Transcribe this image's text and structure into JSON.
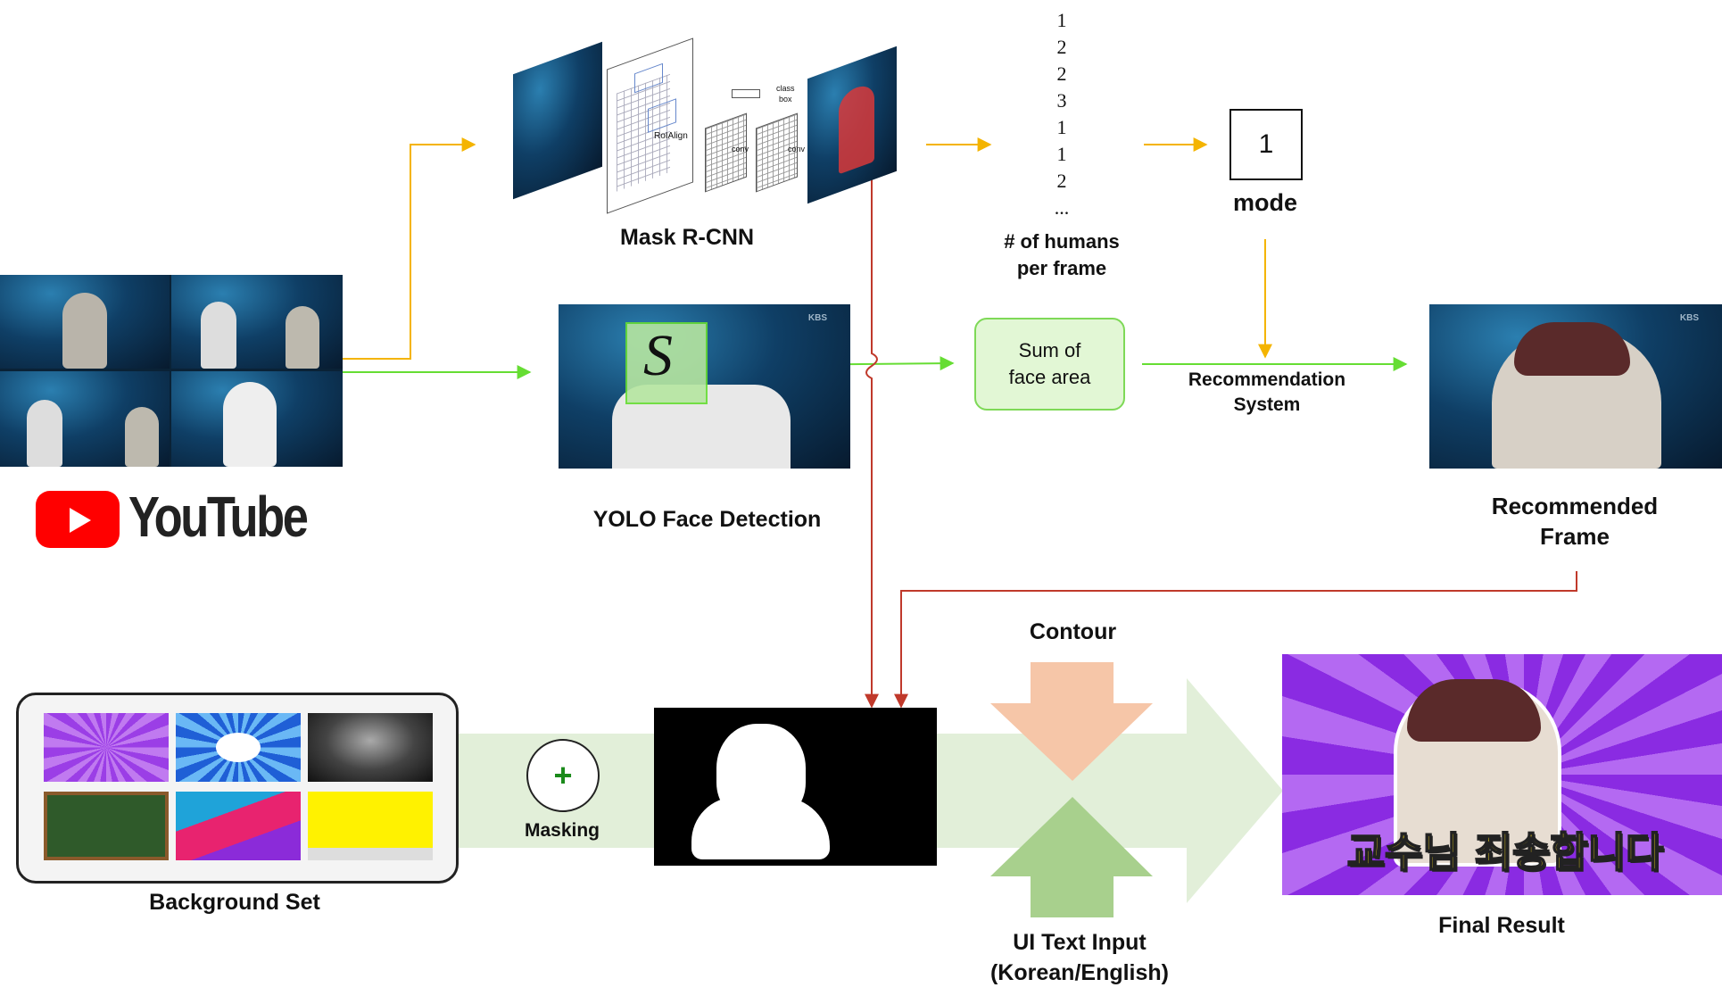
{
  "labels": {
    "mask_rcnn": "Mask R-CNN",
    "yolo": "YOLO Face Detection",
    "humans_line1": "# of humans",
    "humans_line2": "per frame",
    "mode_value": "1",
    "mode": "mode",
    "sum_line1": "Sum of",
    "sum_line2": "face area",
    "rec_sys_line1": "Recommendation",
    "rec_sys_line2": "System",
    "rec_frame_line1": "Recommended",
    "rec_frame_line2": "Frame",
    "contour": "Contour",
    "ui_text_line1": "UI Text Input",
    "ui_text_line2": "(Korean/English)",
    "masking": "Masking",
    "background_set": "Background Set",
    "final_result": "Final Result",
    "youtube": "YouTube",
    "s_symbol": "S",
    "plus": "+",
    "korean_caption": "교수님 죄송합니다",
    "rcnn_class": "class",
    "rcnn_box": "box",
    "rcnn_roialign": "RoIAlign",
    "rcnn_conv1": "conv",
    "rcnn_conv2": "conv",
    "kbs": "KBS"
  },
  "human_counts": [
    "1",
    "2",
    "2",
    "3",
    "1",
    "1",
    "2",
    "..."
  ],
  "colors": {
    "yellow_arrow": "#f4b400",
    "green_arrow": "#66dd33",
    "red_arrow": "#c0392b",
    "sum_box_fill": "#e2f7d5",
    "sum_box_border": "#7ed957",
    "contour_arrow": "#f6c6a8",
    "ui_arrow": "#a8d08d",
    "big_arrow": "#e2efd9",
    "youtube_red": "#ff0000"
  }
}
